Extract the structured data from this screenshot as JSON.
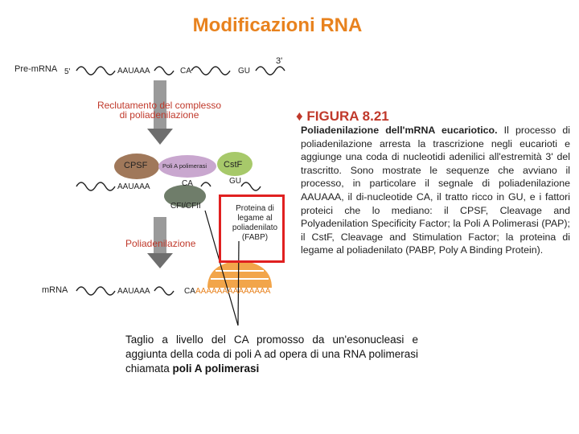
{
  "title": "Modificazioni RNA",
  "diagram": {
    "pre_mrna_label": "Pre-mRNA",
    "five_prime": "5'",
    "three_prime": "3'",
    "aauaaa": "AAUAAA",
    "ca": "CA",
    "gu": "GU",
    "step1_label": "Reclutamento del complesso di poliadenilazione",
    "cpsf": "CPSF",
    "poli_a_pol": "Poli A polimerasi",
    "cstf": "CstF",
    "cfi_cfii": "CFI/CFII",
    "pabp_box": "Proteina di legame al poliadenilato (FABP)",
    "step2_label": "Poliadenilazione",
    "mrna_label": "mRNA",
    "poly_a_tail": "AAAAAAAAAAAAAA",
    "colors": {
      "title": "#e8821e",
      "red_box": "#e02020",
      "figure_head": "#c0392b"
    }
  },
  "figure": {
    "head": "FIGURA 8.21",
    "caption_bold": "Poliadenilazione dell'mRNA eucariotico.",
    "caption_text": " Il processo di poliadenilazione arresta la trascrizione negli eucarioti e aggiunge una coda di nucleotidi adenilici all'estremità 3' del trascritto. Sono mostrate le sequenze che avviano il processo, in particolare il segnale di poliadenilazione AAUAAA, il di-nucleotide CA, il tratto ricco in GU, e i fattori proteici che lo mediano: il CPSF, Cleavage and Polyadenilation Specificity Factor; la Poli A Polimerasi (PAP); il CstF, Cleavage and Stimulation Factor; la proteina di legame al poliadenilato (PABP, Poly A Binding Protein)."
  },
  "note": {
    "text": "Taglio a livello del CA promosso da un'esonucleasi e aggiunta della coda di poli A ad opera di una RNA polimerasi chiamata ",
    "bold": "poli A polimerasi"
  }
}
